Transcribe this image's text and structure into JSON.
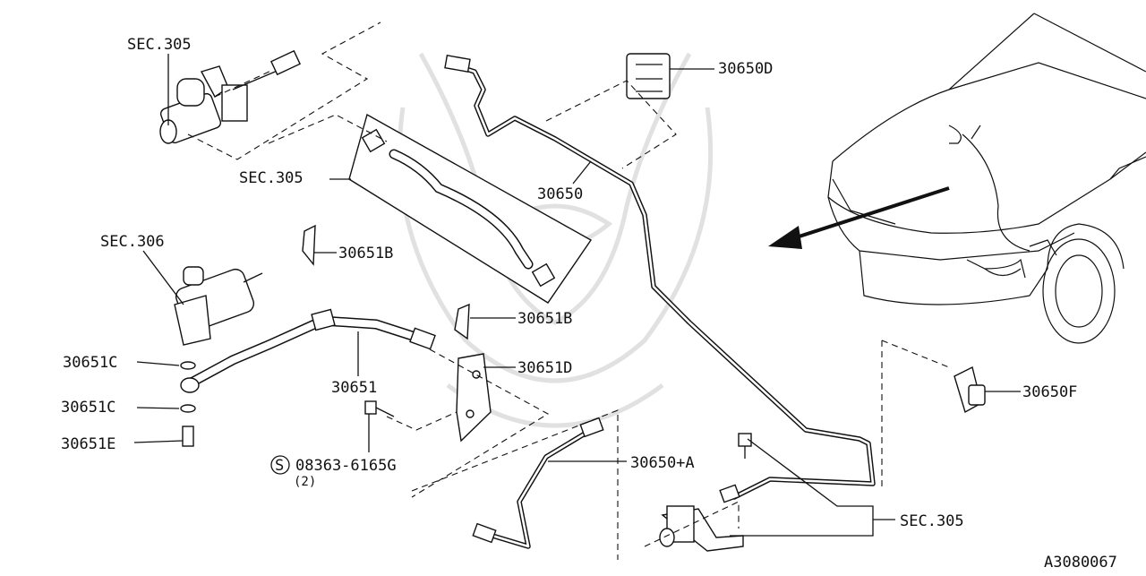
{
  "callouts": {
    "sec305_top": "SEC.305",
    "sec305_mid": "SEC.305",
    "sec306": "SEC.306",
    "p30650D": "30650D",
    "p30650": "30650",
    "p30651B_upper": "30651B",
    "p30651B_lower": "30651B",
    "p30651D": "30651D",
    "p30651C_upper": "30651C",
    "p30651C_lower": "30651C",
    "p30651E": "30651E",
    "p30651": "30651",
    "bolt_symbol": "S",
    "bolt_part": "08363-6165G",
    "bolt_qty": "(2)",
    "p30650A": "30650+A",
    "p30650F": "30650F",
    "sec305_bottom": "SEC.305"
  },
  "diagram_code": "A3080067"
}
